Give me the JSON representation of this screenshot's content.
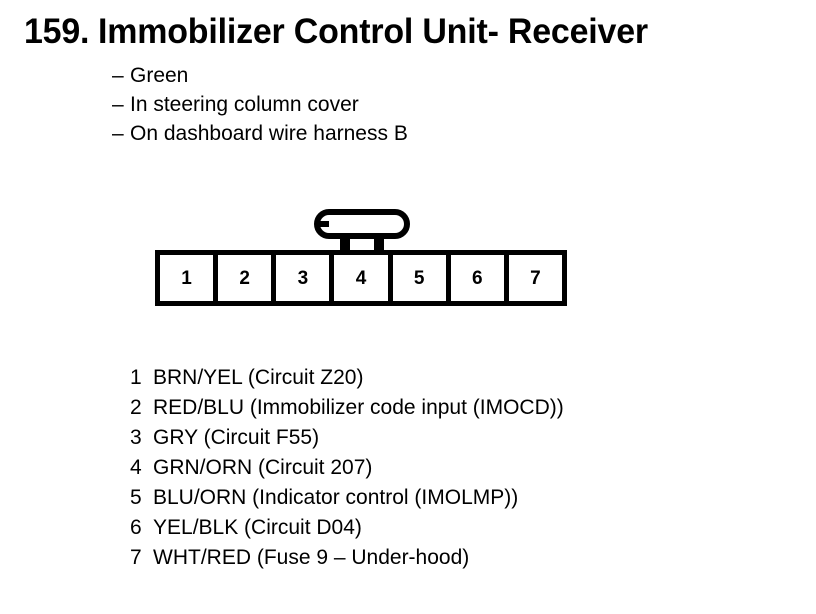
{
  "diagram": {
    "number": "159.",
    "title": "Immobilizer Control Unit- Receiver",
    "notes": [
      {
        "dash": "–",
        "text": "Green"
      },
      {
        "dash": "–",
        "text": "In steering column cover"
      },
      {
        "dash": "–",
        "text": "On dashboard wire harness B"
      }
    ],
    "connector": {
      "pin_count": 7,
      "pins": [
        "1",
        "2",
        "3",
        "4",
        "5",
        "6",
        "7"
      ],
      "latch": "locking-tab"
    },
    "pin_legend": [
      {
        "pin": "1",
        "desc": "BRN/YEL (Circuit Z20)"
      },
      {
        "pin": "2",
        "desc": "RED/BLU (Immobilizer code input (IMOCD))"
      },
      {
        "pin": "3",
        "desc": "GRY (Circuit F55)"
      },
      {
        "pin": "4",
        "desc": "GRN/ORN (Circuit 207)"
      },
      {
        "pin": "5",
        "desc": "BLU/ORN (Indicator control (IMOLMP))"
      },
      {
        "pin": "6",
        "desc": "YEL/BLK (Circuit D04)"
      },
      {
        "pin": "7",
        "desc": "WHT/RED (Fuse 9 – Under-hood)"
      }
    ],
    "colors": {
      "ink": "#000000",
      "background": "#ffffff"
    }
  }
}
